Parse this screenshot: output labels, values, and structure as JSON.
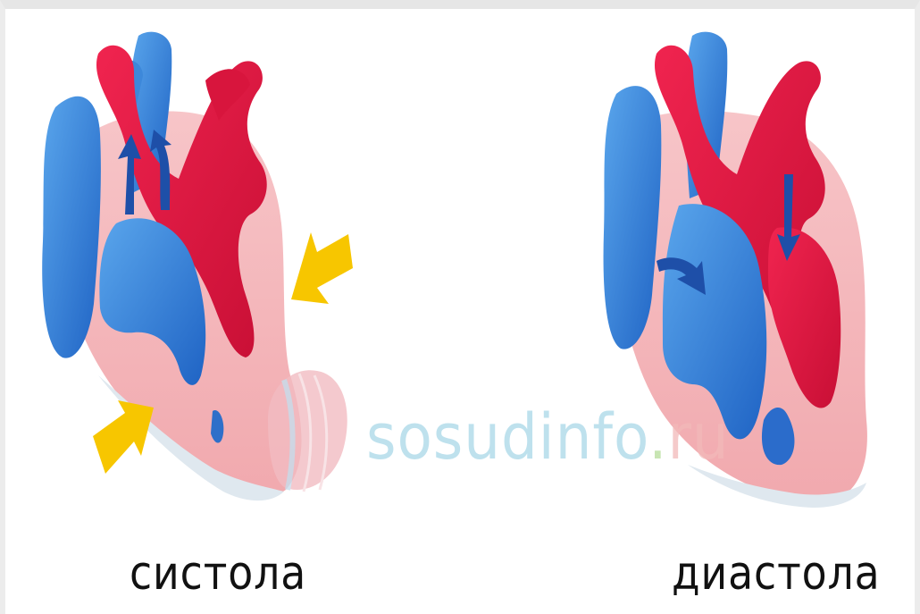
{
  "labels": {
    "systole": "систола",
    "diastole": "диастола"
  },
  "watermark": {
    "main": "sosudinfo",
    "dot": ".",
    "tld": "ru"
  },
  "icons": [
    "heart-systole-illustration",
    "heart-diastole-illustration",
    "yellow-arrow-icon",
    "blood-flow-arrow-icon",
    "watermark-logo-icon"
  ],
  "colors": {
    "venous_blue": "#2f7fd6",
    "arterial_red": "#e0163f",
    "myocardium_pink": "#f4b7bb",
    "contraction_yellow": "#f7c600"
  }
}
